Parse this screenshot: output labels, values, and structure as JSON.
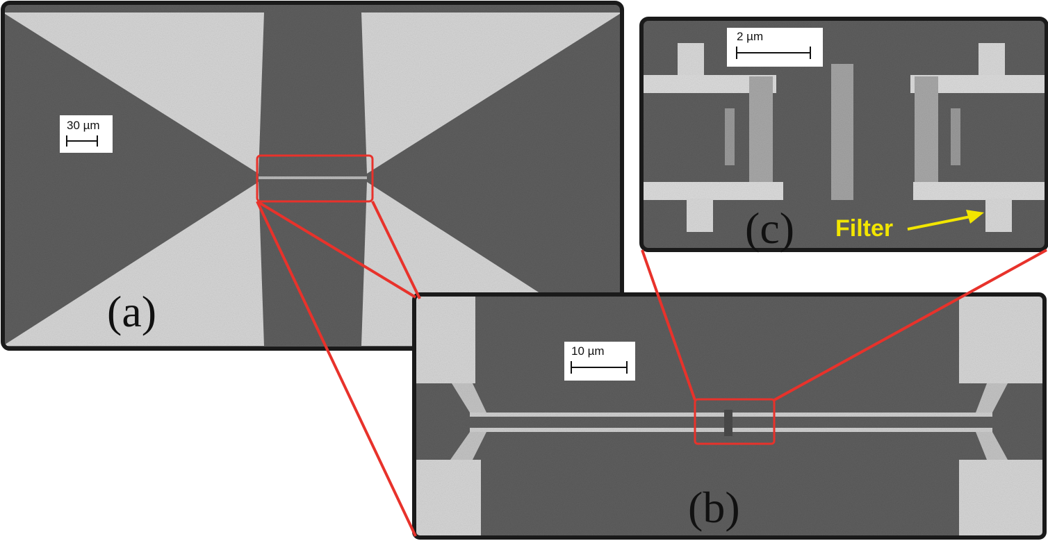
{
  "panels": {
    "a": {
      "label": "(a)",
      "scale_bar": "30 µm"
    },
    "b": {
      "label": "(b)",
      "scale_bar": "10 µm"
    },
    "c": {
      "label": "(c)",
      "scale_bar": "2 µm",
      "annotation": "Filter"
    }
  },
  "colors": {
    "substrate": "#5e5e5e",
    "metal": "#d6d6d6",
    "highlight": "#e8322b",
    "annotation": "#f2e600",
    "frame": "#1a1a1a"
  }
}
